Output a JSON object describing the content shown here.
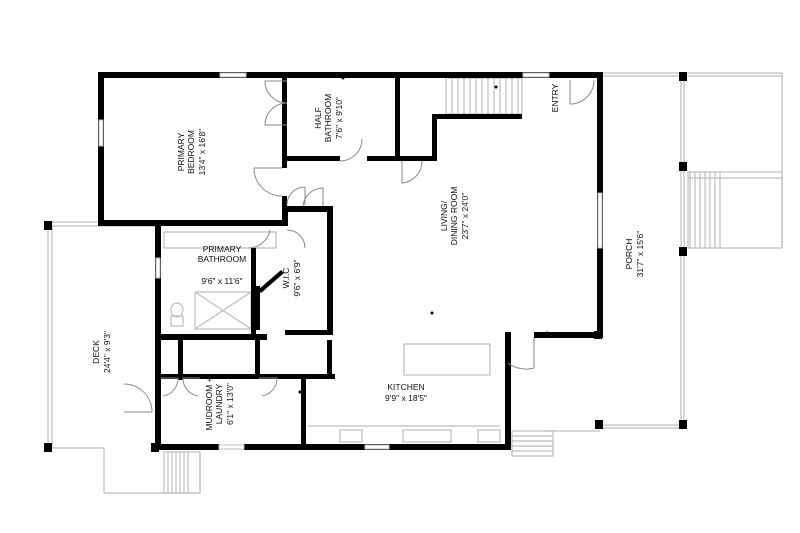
{
  "floorplan": {
    "rooms": [
      {
        "id": "primary-bedroom",
        "name": "PRIMARY\nBEDROOM",
        "dims": "13'4\" x 16'8\""
      },
      {
        "id": "half-bathroom",
        "name": "HALF\nBATHROOM",
        "dims": "7'6\" x 9'10\""
      },
      {
        "id": "entry",
        "name": "ENTRY",
        "dims": ""
      },
      {
        "id": "living-dining",
        "name": "LIVING/\nDINING ROOM",
        "dims": "23'7\" x 24'0\""
      },
      {
        "id": "primary-bathroom",
        "name": "PRIMARY\nBATHROOM",
        "dims": "9'6\" x 11'6\""
      },
      {
        "id": "wic",
        "name": "W.I.C",
        "dims": "9'6\" x 6'9\""
      },
      {
        "id": "porch",
        "name": "PORCH",
        "dims": "31'7\" x 15'6\""
      },
      {
        "id": "deck",
        "name": "DECK",
        "dims": "24'4\" x 9'3\""
      },
      {
        "id": "kitchen",
        "name": "KITCHEN",
        "dims": "9'9\" x 18'5\""
      },
      {
        "id": "mudroom-laundry",
        "name": "MUDROOM +\nLAUNDRY",
        "dims": "6'1\" x 13'0\""
      }
    ]
  }
}
